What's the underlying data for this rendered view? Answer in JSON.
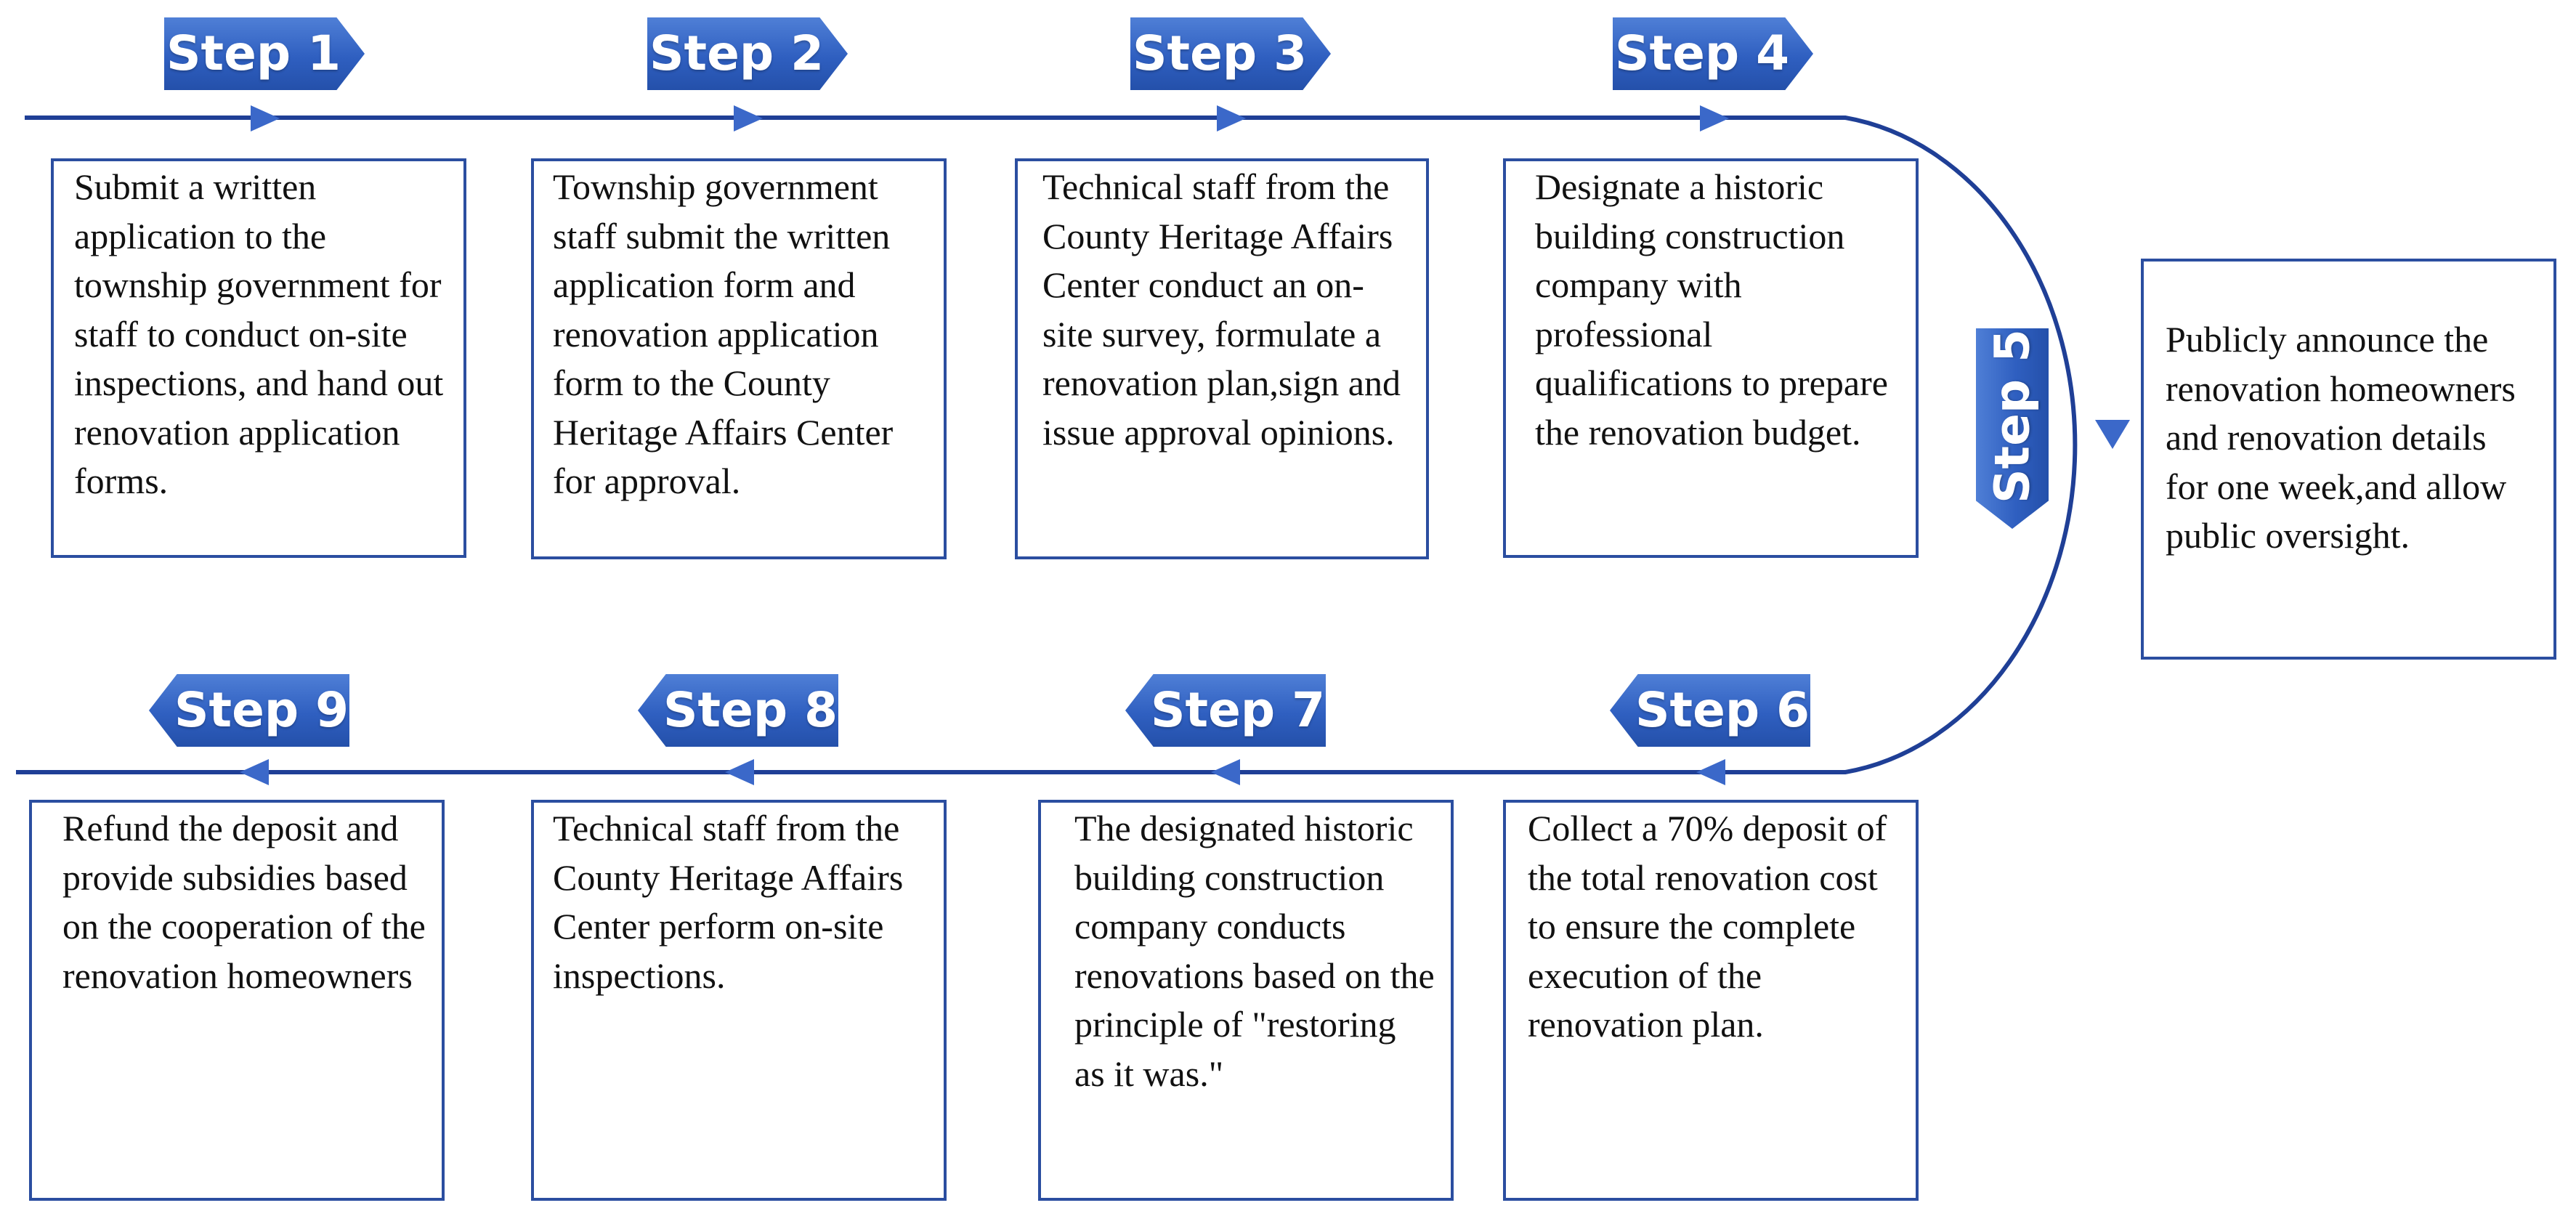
{
  "steps": [
    {
      "label": "Step 1",
      "text": "Submit a written application to the township government for staff to conduct on-site inspections, and hand out renovation application forms."
    },
    {
      "label": "Step 2",
      "text": "Township government staff submit the written application form and renovation application form to the County Heritage Affairs Center for approval."
    },
    {
      "label": "Step 3",
      "text": "Technical staff from the County Heritage Affairs Center conduct an on-site survey, formulate a renovation plan,sign and issue approval opinions."
    },
    {
      "label": "Step 4",
      "text": "Designate a historic building construction company with professional qualifications to prepare the renovation budget."
    },
    {
      "label": "Step 5",
      "text": "Publicly announce the renovation homeowners and renovation details for one week,and allow public oversight."
    },
    {
      "label": "Step 6",
      "text": "Collect a 70% deposit of the total renovation cost to ensure the complete execution of the renovation plan."
    },
    {
      "label": "Step 7",
      "text": "The designated historic building construction company conducts renovations based on the principle of \"restoring as it was.\""
    },
    {
      "label": "Step 8",
      "text": "Technical staff from the County Heritage Affairs Center perform on-site inspections."
    },
    {
      "label": "Step 9",
      "text": "Refund the deposit and provide subsidies based on the cooperation of the renovation homeowners"
    }
  ],
  "colors": {
    "line": "#1f3f96",
    "tag": "#2f5fc0",
    "box_border": "#2b4ea0"
  }
}
